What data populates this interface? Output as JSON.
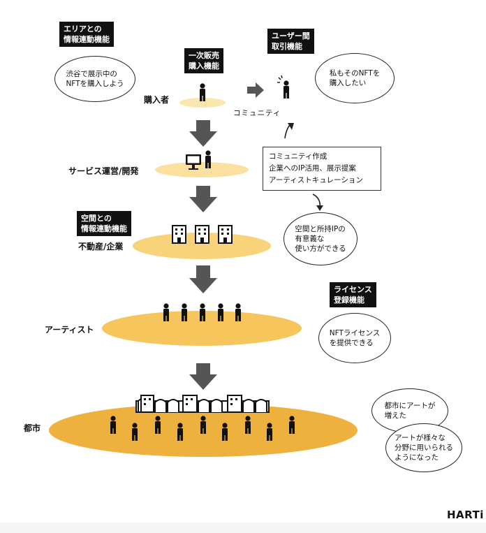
{
  "tags": {
    "area_link": "エリアとの\n情報連動機能",
    "primary_sale": "一次販売\n購入機能",
    "user_trade": "ユーザー間\n取引機能",
    "space_link": "空間との\n情報連動機能",
    "license": "ライセンス\n登録機能"
  },
  "layers": {
    "buyer": "購入者",
    "service": "サービス運営/開発",
    "realestate": "不動産/企業",
    "artist": "アーティスト",
    "city": "都市"
  },
  "community_label": "コミュニティ",
  "community_box": "コミュニティ作成\n企業へのIP活用、展示提案\nアーティストキュレーション",
  "bubbles": {
    "shibuya": "渋谷で展示中の\nNFTを購入しよう",
    "want_nft": "私もそのNFTを\n購入したい",
    "space_ip": "空間と所持IPの\n有意義な\n使い方ができる",
    "nft_license": "NFTライセンス\nを提供できる",
    "city_art": "都市にアートが\n増えた",
    "various": "アートが様々な\n分野に用いられる\nようになった"
  },
  "logo": "HARTi",
  "colors": {
    "pale_yellow": "#fbe7ad",
    "light_yellow": "#f9d67f",
    "mid_yellow": "#f6c55c",
    "gold": "#eeb13d",
    "arrow_gray": "#555555"
  }
}
